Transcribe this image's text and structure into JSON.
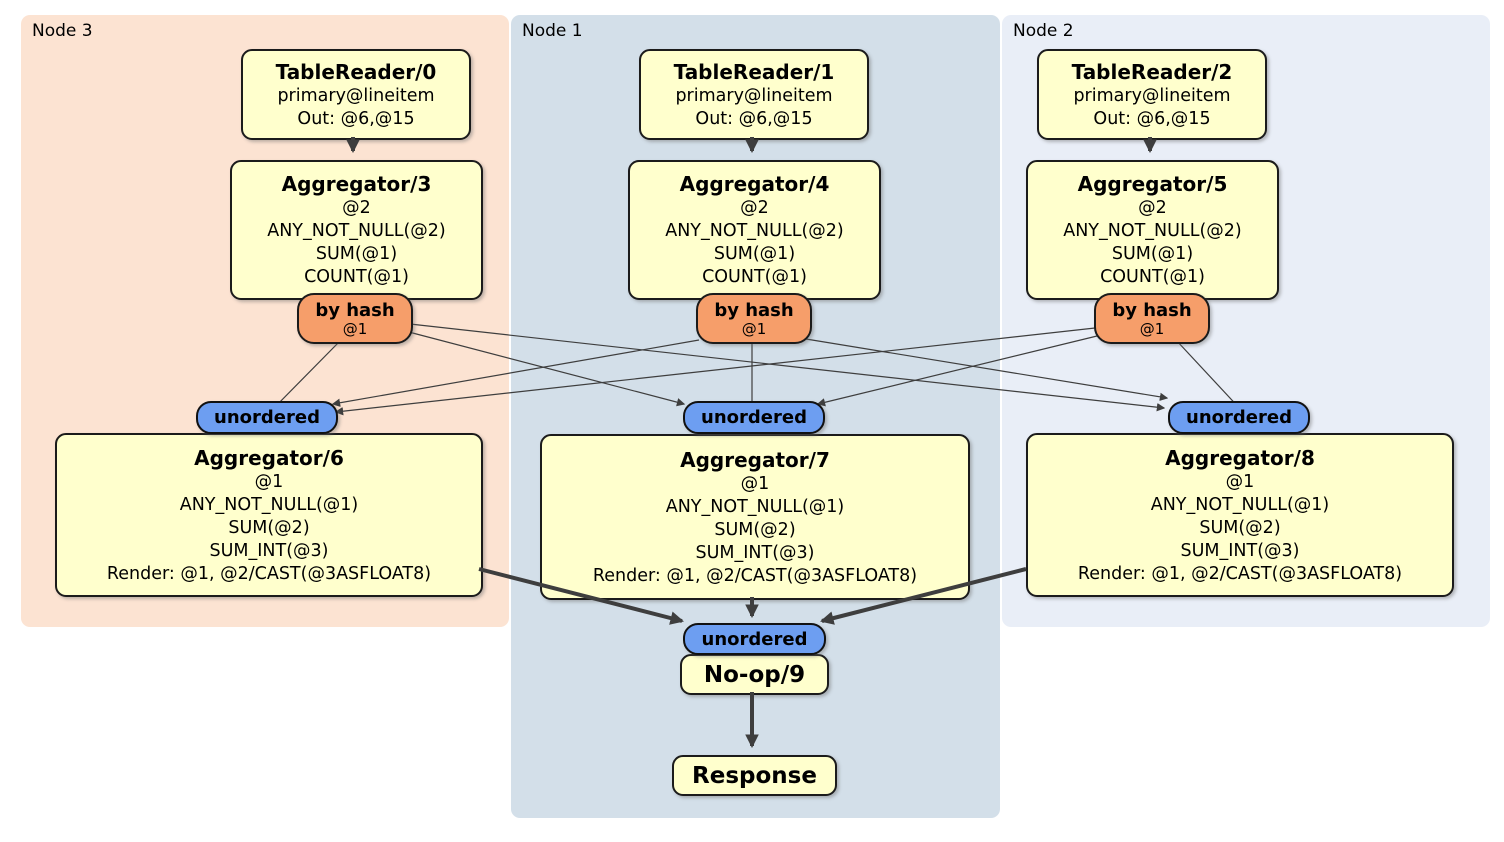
{
  "panels": [
    {
      "label": "Node 3"
    },
    {
      "label": "Node 1"
    },
    {
      "label": "Node 2"
    }
  ],
  "readers": [
    {
      "title": "TableReader/0",
      "lines": [
        "primary@lineitem",
        "Out: @6,@15"
      ]
    },
    {
      "title": "TableReader/1",
      "lines": [
        "primary@lineitem",
        "Out: @6,@15"
      ]
    },
    {
      "title": "TableReader/2",
      "lines": [
        "primary@lineitem",
        "Out: @6,@15"
      ]
    }
  ],
  "stage1": [
    {
      "title": "Aggregator/3",
      "lines": [
        "@2",
        "ANY_NOT_NULL(@2)",
        "SUM(@1)",
        "COUNT(@1)"
      ]
    },
    {
      "title": "Aggregator/4",
      "lines": [
        "@2",
        "ANY_NOT_NULL(@2)",
        "SUM(@1)",
        "COUNT(@1)"
      ]
    },
    {
      "title": "Aggregator/5",
      "lines": [
        "@2",
        "ANY_NOT_NULL(@2)",
        "SUM(@1)",
        "COUNT(@1)"
      ]
    }
  ],
  "routers": [
    {
      "title": "by hash",
      "key": "@1"
    },
    {
      "title": "by hash",
      "key": "@1"
    },
    {
      "title": "by hash",
      "key": "@1"
    }
  ],
  "streams": [
    {
      "label": "unordered"
    },
    {
      "label": "unordered"
    },
    {
      "label": "unordered"
    }
  ],
  "stage2": [
    {
      "title": "Aggregator/6",
      "lines": [
        "@1",
        "ANY_NOT_NULL(@1)",
        "SUM(@2)",
        "SUM_INT(@3)",
        "Render: @1, @2/CAST(@3ASFLOAT8)"
      ]
    },
    {
      "title": "Aggregator/7",
      "lines": [
        "@1",
        "ANY_NOT_NULL(@1)",
        "SUM(@2)",
        "SUM_INT(@3)",
        "Render: @1, @2/CAST(@3ASFLOAT8)"
      ]
    },
    {
      "title": "Aggregator/8",
      "lines": [
        "@1",
        "ANY_NOT_NULL(@1)",
        "SUM(@2)",
        "SUM_INT(@3)",
        "Render: @1, @2/CAST(@3ASFLOAT8)"
      ]
    }
  ],
  "final": {
    "stream": "unordered",
    "noop": "No-op/9",
    "response": "Response"
  },
  "colors": {
    "node3_panel": "#fce3d2",
    "node1_panel": "#d3dfe9",
    "node2_panel": "#e9eef7",
    "operator_box": "#ffffcd",
    "router_fill": "#f69e6a",
    "stream_fill": "#6d9ef1",
    "edge": "#3e3e3e",
    "border": "#1b1b1b"
  }
}
